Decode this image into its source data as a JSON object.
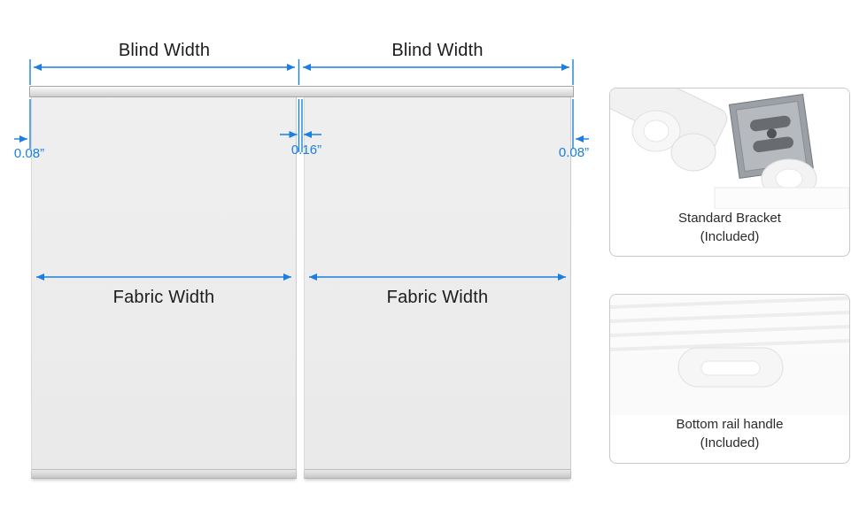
{
  "colors": {
    "accent": "#1a7fe0",
    "fabric": "#ececec",
    "rail": "#d8d8d8"
  },
  "diagram": {
    "blinds": [
      {
        "blind_width_label": "Blind Width",
        "fabric_width_label": "Fabric Width"
      },
      {
        "blind_width_label": "Blind Width",
        "fabric_width_label": "Fabric Width"
      }
    ],
    "gaps": {
      "left": "0.08”",
      "center": "0.16”",
      "right": "0.08”"
    }
  },
  "cards": [
    {
      "title": "Standard Bracket",
      "subtitle": "(Included)"
    },
    {
      "title": "Bottom rail handle",
      "subtitle": "(Included)"
    }
  ]
}
